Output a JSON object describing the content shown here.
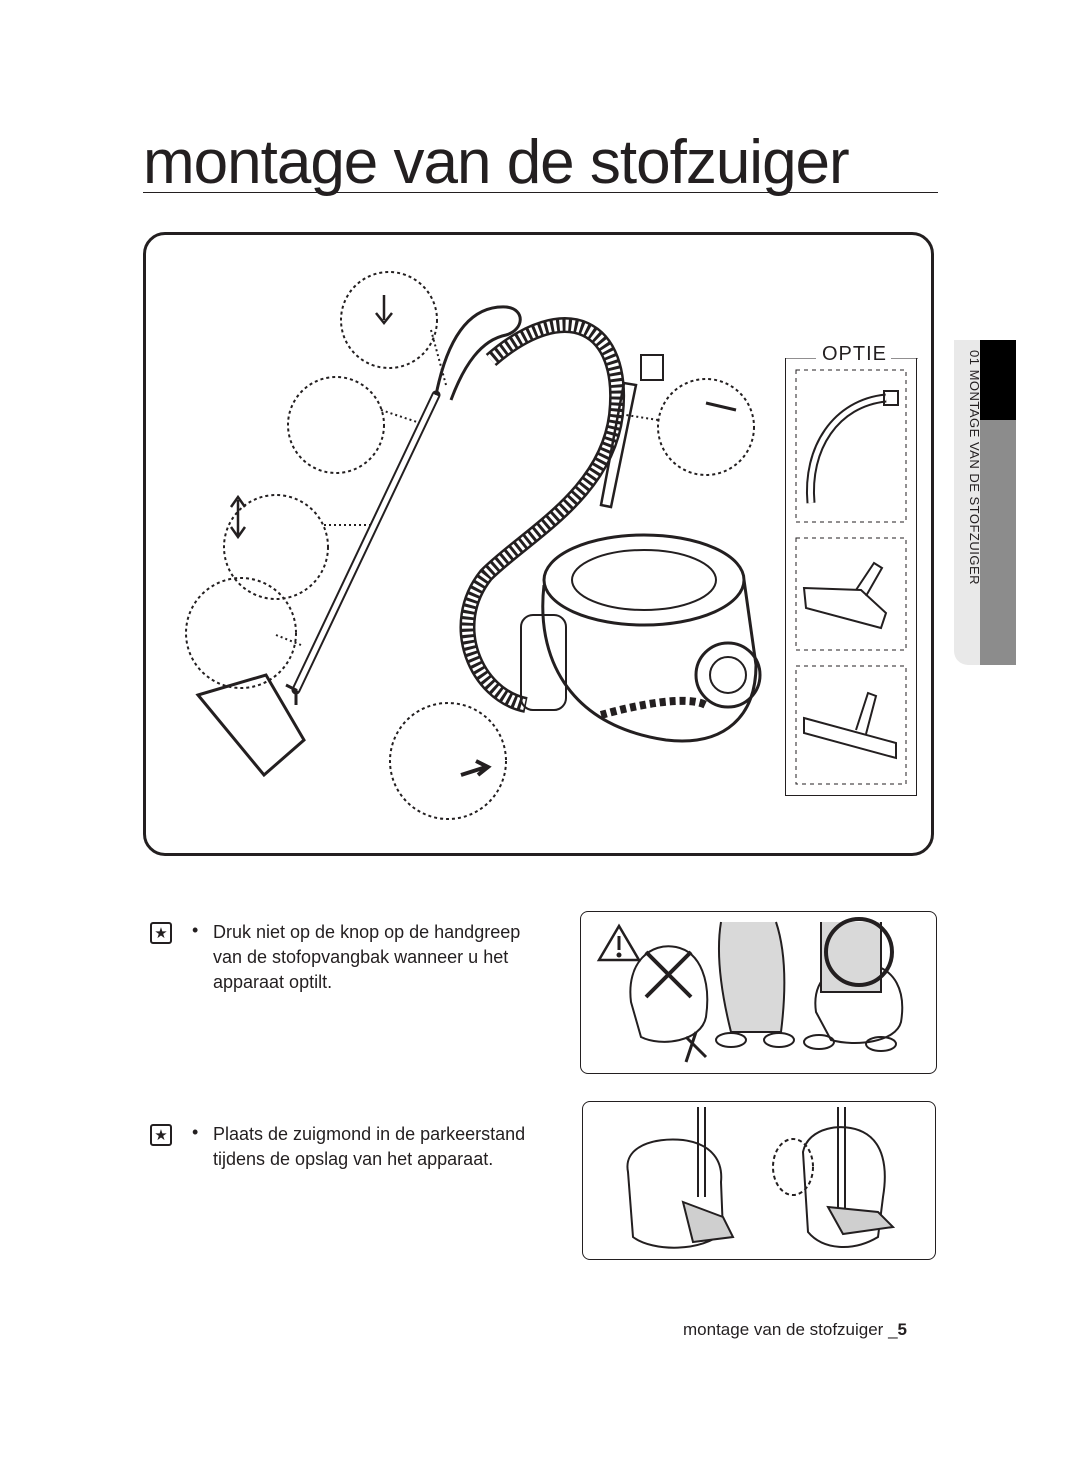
{
  "page": {
    "title": "montage van de stofzuiger",
    "side_tab": "01  MONTAGE VAN DE STOFZUIGER",
    "option_label": "OPTIE",
    "notes": [
      {
        "text": "Druk niet op de knop op de handgreep van de stofopvangbak wanneer u het apparaat optilt."
      },
      {
        "text": "Plaats de zuigmond in de parkeerstand tijdens de opslag van het apparaat."
      }
    ],
    "footer": {
      "text": "montage van de stofzuiger _",
      "page_number": "5"
    }
  },
  "icons": [
    "star-icon",
    "warning-triangle-icon",
    "cross-mark-icon",
    "check-circle-icon"
  ],
  "colors": {
    "ink": "#231f20",
    "tab_black": "#000000",
    "tab_grey": "#8c8c8c",
    "tab_light": "#e9e9e9"
  }
}
